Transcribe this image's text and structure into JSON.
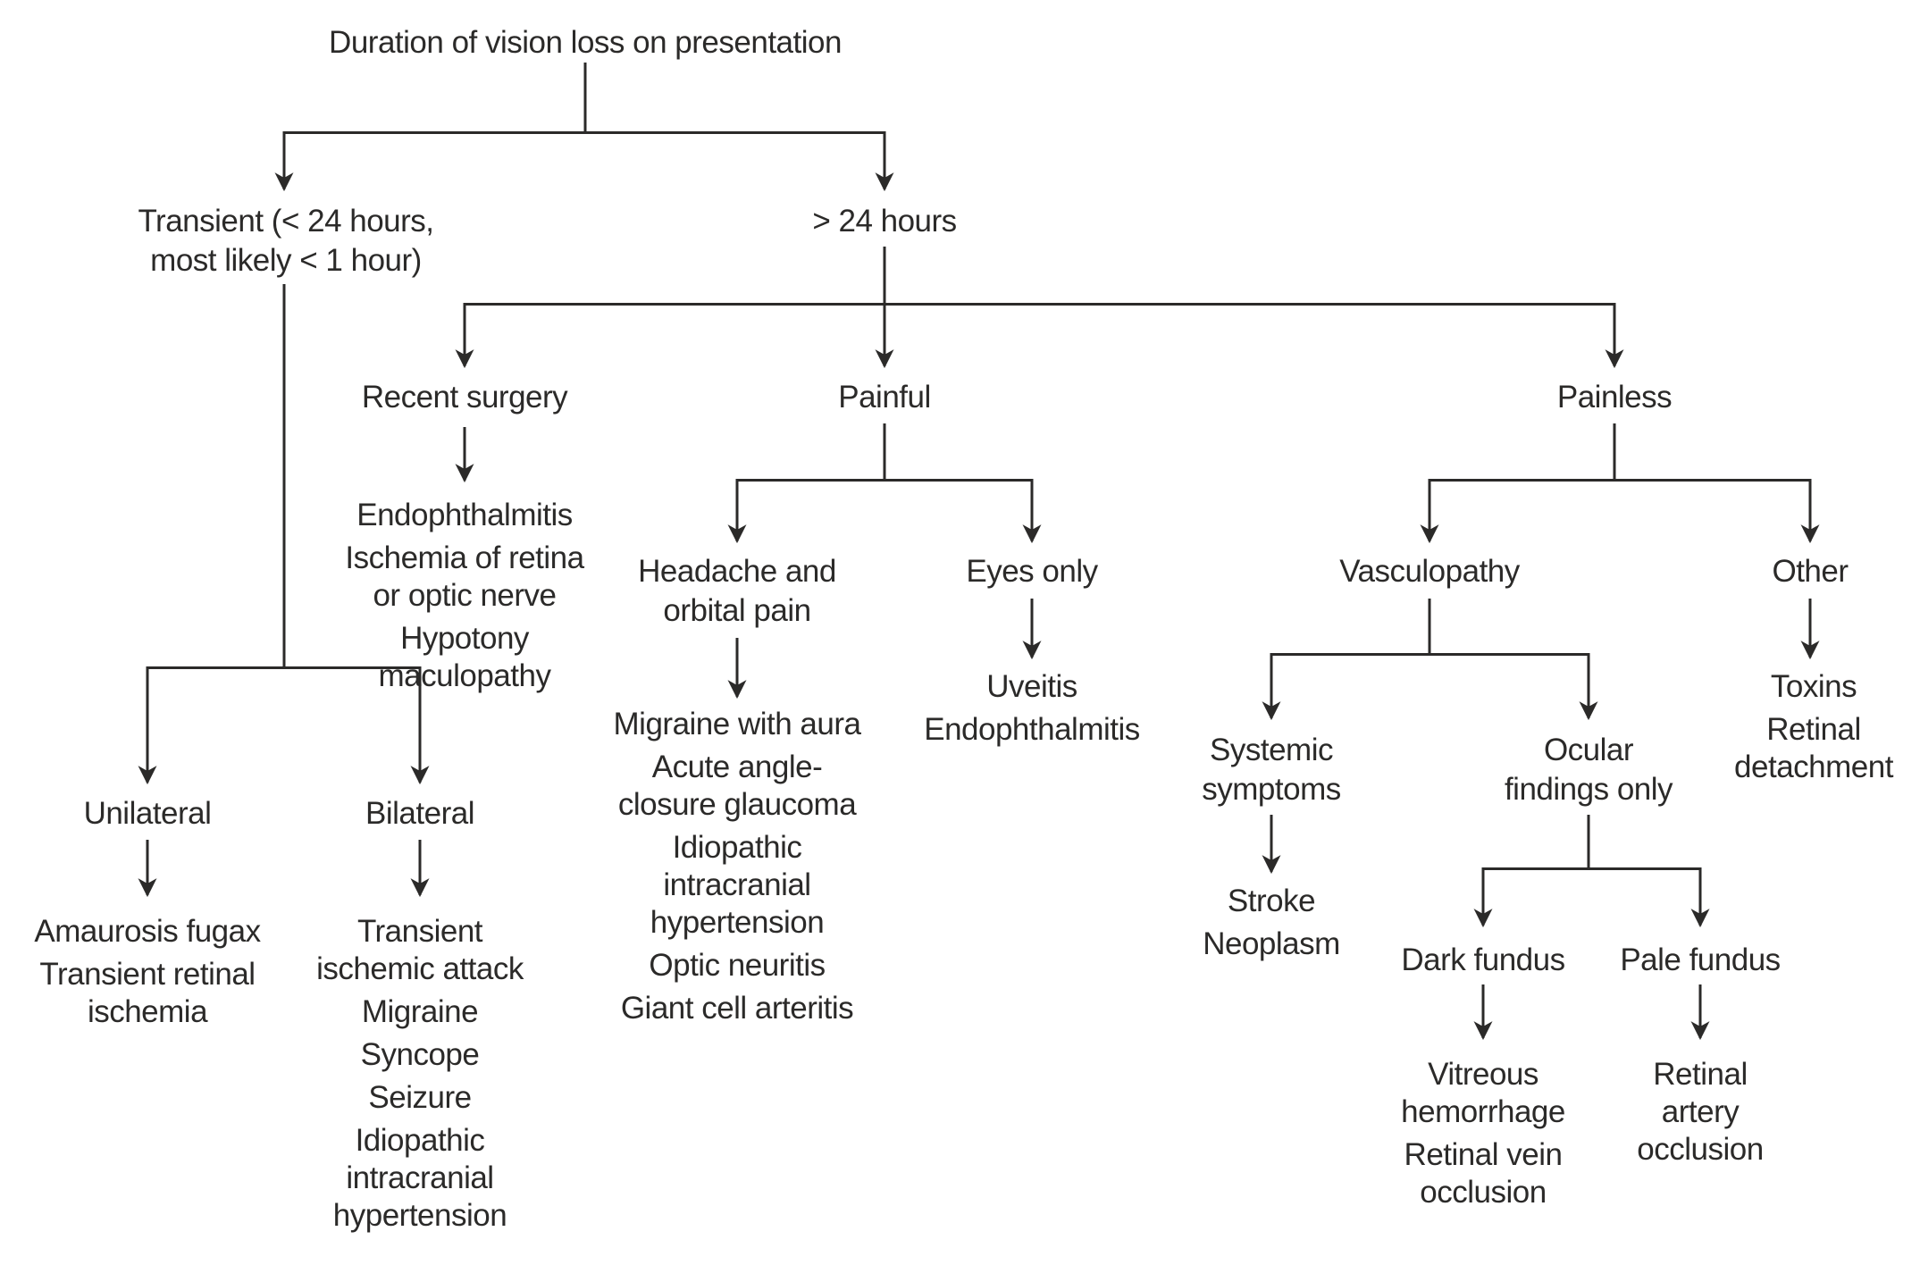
{
  "diagram": {
    "root": {
      "label": "Duration of vision loss on presentation"
    },
    "transient": {
      "label": "Transient (< 24 hours,\nmost likely < 1 hour)",
      "unilateral": {
        "label": "Unilateral",
        "outcomes": [
          "Amaurosis fugax",
          "Transient retinal\nischemia"
        ]
      },
      "bilateral": {
        "label": "Bilateral",
        "outcomes": [
          "Transient\nischemic attack",
          "Migraine",
          "Syncope",
          "Seizure",
          "Idiopathic\nintracranial\nhypertension"
        ]
      }
    },
    "over24": {
      "label": "> 24 hours",
      "recent_surgery": {
        "label": "Recent surgery",
        "outcomes": [
          "Endophthalmitis",
          "Ischemia of retina\nor optic nerve",
          "Hypotony\nmaculopathy"
        ]
      },
      "painful": {
        "label": "Painful",
        "headache": {
          "label": "Headache and\norbital pain",
          "outcomes": [
            "Migraine with aura",
            "Acute angle-\nclosure glaucoma",
            "Idiopathic\nintracranial\nhypertension",
            "Optic neuritis",
            "Giant cell arteritis"
          ]
        },
        "eyes_only": {
          "label": "Eyes only",
          "outcomes": [
            "Uveitis",
            "Endophthalmitis"
          ]
        }
      },
      "painless": {
        "label": "Painless",
        "vasculopathy": {
          "label": "Vasculopathy",
          "systemic": {
            "label": "Systemic\nsymptoms",
            "outcomes": [
              "Stroke",
              "Neoplasm"
            ]
          },
          "ocular": {
            "label": "Ocular\nfindings only",
            "dark_fundus": {
              "label": "Dark fundus",
              "outcomes": [
                "Vitreous\nhemorrhage",
                "Retinal vein\nocclusion"
              ]
            },
            "pale_fundus": {
              "label": "Pale fundus",
              "outcomes": [
                "Retinal\nartery\nocclusion"
              ]
            }
          }
        },
        "other": {
          "label": "Other",
          "outcomes": [
            "Toxins",
            "Retinal\ndetachment"
          ]
        }
      }
    },
    "colors": {
      "ink": "#2b2a29",
      "background": "#ffffff"
    }
  }
}
